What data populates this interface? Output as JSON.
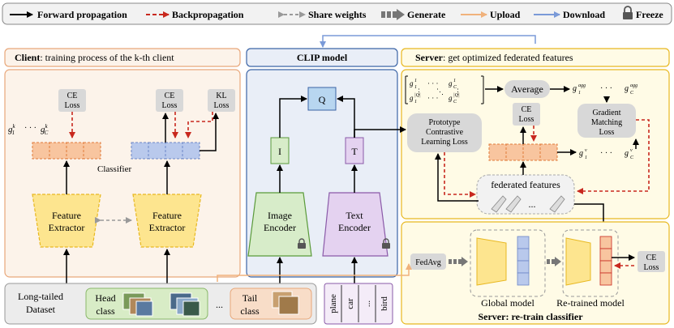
{
  "legend": {
    "forward": "Forward propagation",
    "backprop": "Backpropagation",
    "share": "Share weights",
    "generate": "Generate",
    "upload": "Upload",
    "download": "Download",
    "freeze": "Freeze"
  },
  "client": {
    "title_bold": "Client",
    "title_rest": ":  training process of the k-th client",
    "ce_loss_left": [
      "CE",
      "Loss"
    ],
    "ce_loss_right": [
      "CE",
      "Loss"
    ],
    "kl_loss": [
      "KL",
      "Loss"
    ],
    "g_first": "g",
    "g_first_sup": "k",
    "g_first_sub": "1",
    "g_dots": "· · ·",
    "g_last": "g",
    "g_last_sup": "k",
    "g_last_sub": "C",
    "classifier": "Classifier",
    "feature_extractor_1": [
      "Feature",
      "Extractor"
    ],
    "feature_extractor_2": [
      "Feature",
      "Extractor"
    ]
  },
  "clip": {
    "title": "CLIP model",
    "q": "Q",
    "i": "I",
    "t": "T",
    "image_encoder": [
      "Image",
      "Encoder"
    ],
    "text_encoder": [
      "Text",
      "Encoder"
    ]
  },
  "server_top": {
    "title_bold": "Server",
    "title_rest": ":  get optimized federated features",
    "average": "Average",
    "ce_loss": [
      "CE",
      "Loss"
    ],
    "gradient_matching": [
      "Gradient",
      "Matching",
      "Loss"
    ],
    "prototype": [
      "Prototype",
      "Contrastive",
      "Learning Loss"
    ],
    "federated_features": "federated features",
    "dots": "..."
  },
  "server_bottom": {
    "fedavg": "FedAvg",
    "global_model": "Global model",
    "retrained_model": "Re-trained model",
    "title_bold": "Server:",
    "title_rest": " re-train classifier",
    "ce_loss": [
      "CE",
      "Loss"
    ]
  },
  "dataset": {
    "label": [
      "Long-tailed",
      "Dataset"
    ],
    "head_class": [
      "Head",
      "class"
    ],
    "tail_class": [
      "Tail",
      "class"
    ],
    "dots": "...",
    "words": [
      "plane",
      "car",
      "...",
      "bird"
    ]
  },
  "colors": {
    "client_border": "#e8a77a",
    "client_fill": "#fcf3ea",
    "clip_border": "#3b64a6",
    "clip_fill": "#e9eef7",
    "server_border": "#e8b820",
    "server_fill": "#fffbe6",
    "feature_yellow": "#fde58f",
    "orange_cell": "#f8c59f",
    "blue_cell": "#b9c9ec",
    "red_arrow": "#c8281e",
    "upload": "#f0b27c",
    "download": "#7a9ad8"
  }
}
